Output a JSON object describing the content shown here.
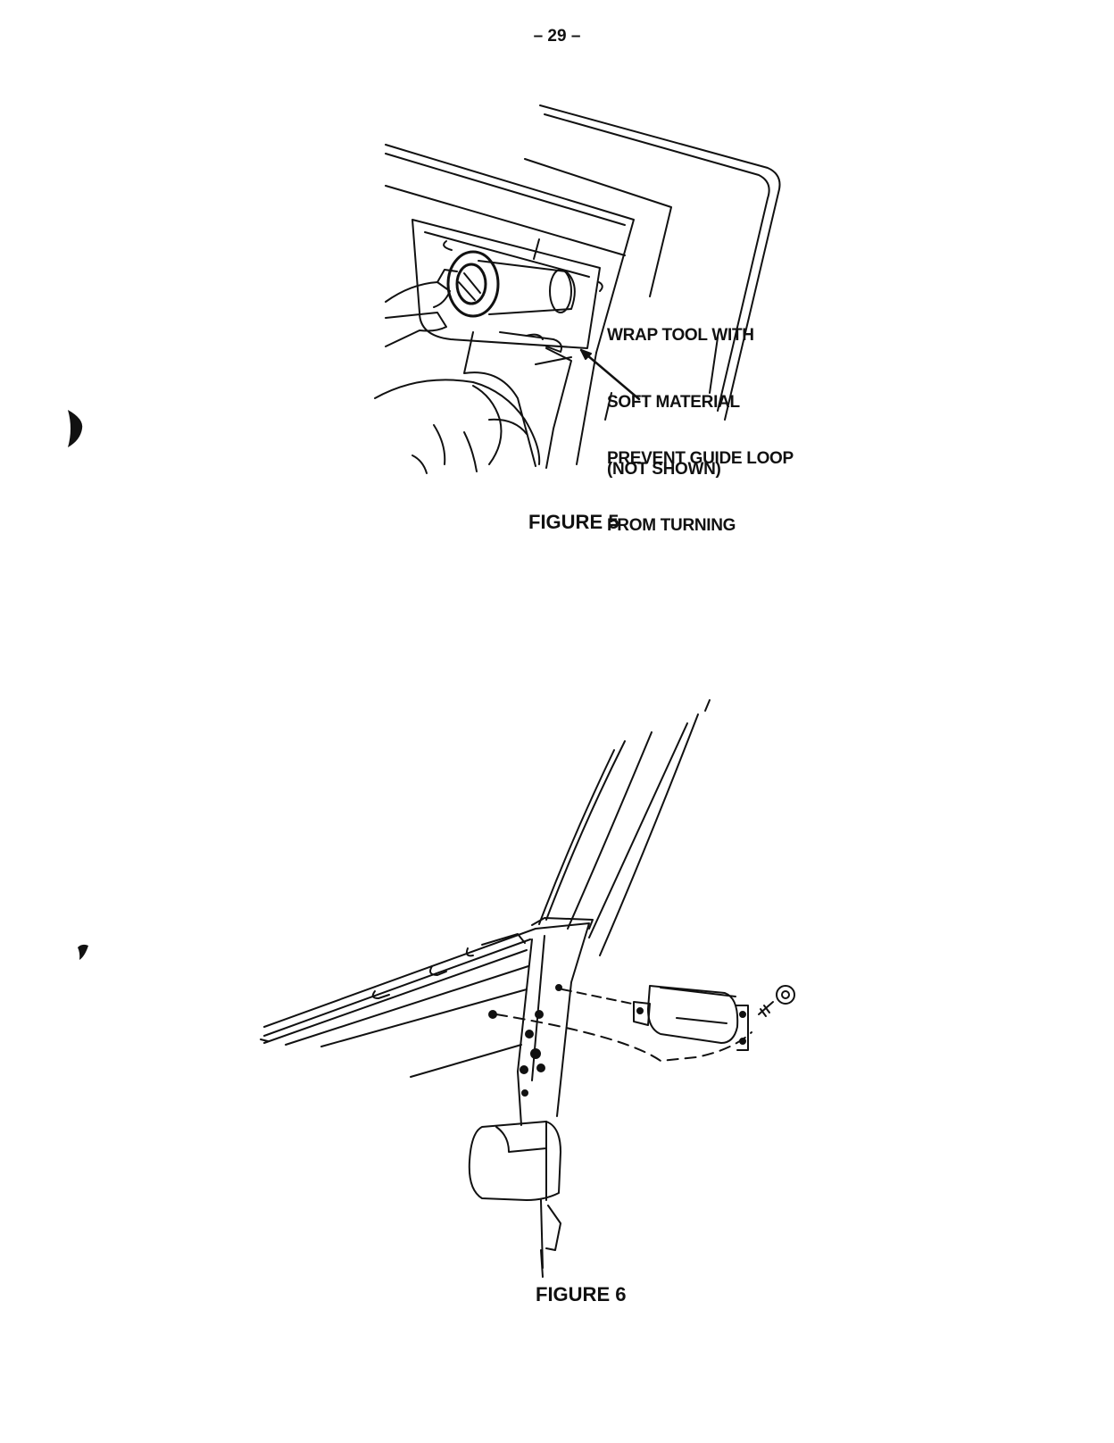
{
  "page_number": "– 29 –",
  "figure5": {
    "caption": "FIGURE 5",
    "label_wrap_line1": "WRAP TOOL WITH",
    "label_wrap_line2": "SOFT MATERIAL",
    "label_wrap_line3": "(NOT SHOWN)",
    "label_prevent_line1": "PREVENT GUIDE LOOP",
    "label_prevent_line2": "FROM TURNING"
  },
  "figure6": {
    "caption": "FIGURE 6"
  }
}
